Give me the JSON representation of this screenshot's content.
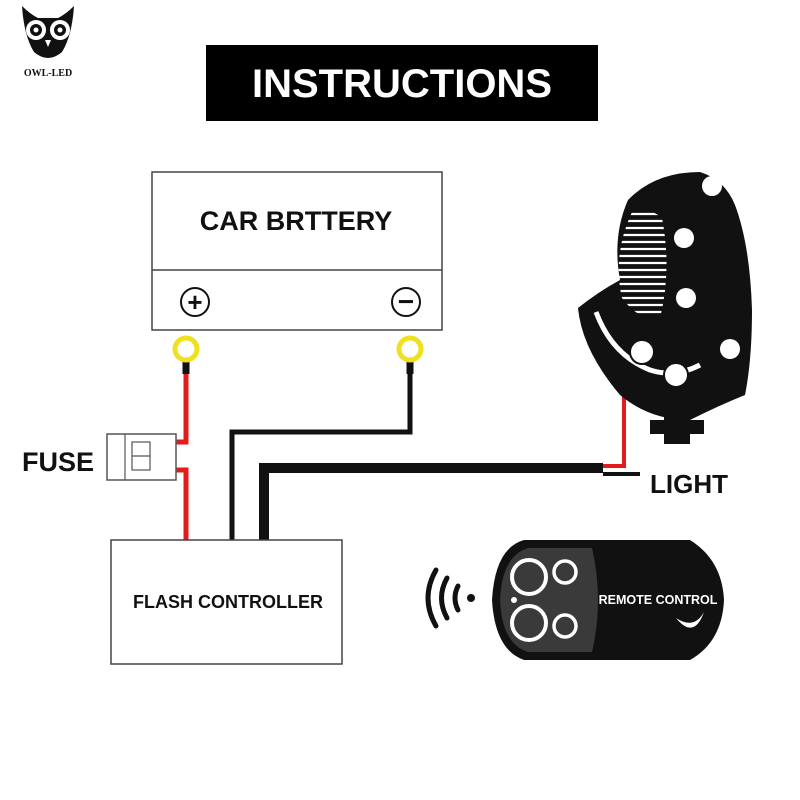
{
  "brand": {
    "logo_text": "OWL-LED"
  },
  "header": {
    "title": "INSTRUCTIONS"
  },
  "battery": {
    "label": "CAR BRTTERY",
    "positive_symbol": "+",
    "negative_symbol": "−"
  },
  "fuse": {
    "label": "FUSE"
  },
  "controller": {
    "label": "FLASH CONTROLLER"
  },
  "light": {
    "label": "LIGHT"
  },
  "remote": {
    "label": "REMOTE CONTROL"
  },
  "colors": {
    "wire_positive": "#e41b1b",
    "wire_ground": "#111111",
    "terminal": "#f0e020",
    "title_bg": "#000000"
  }
}
